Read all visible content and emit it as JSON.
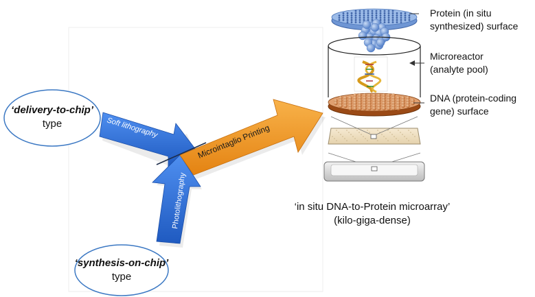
{
  "left": {
    "delivery": {
      "title": "‘delivery-to-chip’",
      "type_label": "type"
    },
    "synthesis": {
      "title": "‘synthesis-on-chip’",
      "type_label": "type"
    },
    "arrows": {
      "soft_litho": "Soft lithography",
      "photo_litho": "Photolithography",
      "microintaglio": "Microintaglio Printing"
    }
  },
  "right": {
    "labels": {
      "protein_line1": "Protein (in situ",
      "protein_line2": "synthesized) surface",
      "reactor_line1": "Microreactor",
      "reactor_line2": "(analyte pool)",
      "dna_line1": "DNA (protein-coding",
      "dna_line2": "gene) surface"
    },
    "caption_line1": "‘in situ DNA-to-Protein microarray’",
    "caption_line2": "(kilo-giga-dense)"
  },
  "colors": {
    "blue_arrow": "#2f6fd6",
    "orange_arrow": "#f39a22",
    "ellipse_stroke": "#3b78c3",
    "protein_blue": "#7fa4dc",
    "dna_surface": "#d07a3c"
  }
}
